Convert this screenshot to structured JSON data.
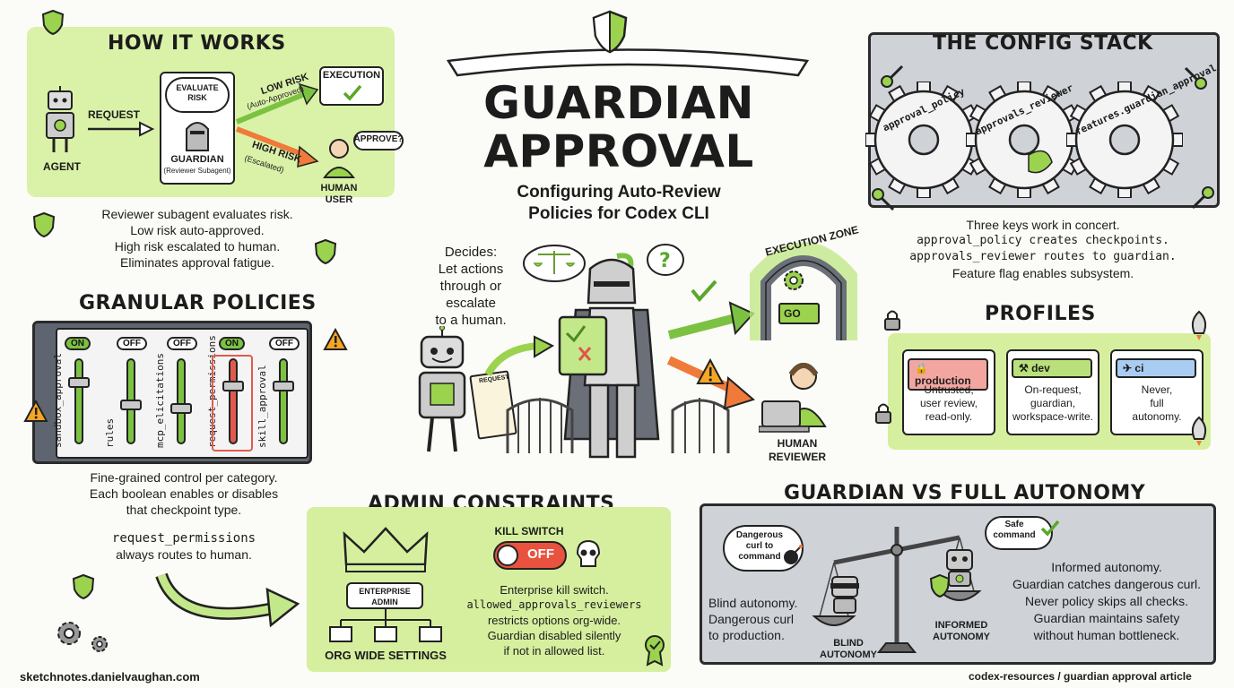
{
  "title": {
    "line1": "GUARDIAN",
    "line2": "APPROVAL",
    "subtitle1": "Configuring Auto-Review",
    "subtitle2": "Policies for Codex CLI"
  },
  "how_it_works": {
    "heading": "HOW IT WORKS",
    "agent": "AGENT",
    "request": "REQUEST",
    "evaluate": "EVALUATE RISK",
    "guardian": "GUARDIAN",
    "guardian_sub": "(Reviewer Subagent)",
    "low_risk": "LOW RISK",
    "low_risk_sub": "(Auto-Approved)",
    "high_risk": "HIGH RISK",
    "high_risk_sub": "(Escalated)",
    "execution": "EXECUTION",
    "approve": "APPROVE?",
    "human_user": "HUMAN USER",
    "desc": [
      "Reviewer subagent evaluates risk.",
      "Low risk auto-approved.",
      "High risk escalated to human.",
      "Eliminates approval fatigue."
    ]
  },
  "granular": {
    "heading": "GRANULAR POLICIES",
    "toggles": [
      {
        "state": "ON",
        "label": "sandbox_approval",
        "level": 0.25,
        "color": "#7cc242"
      },
      {
        "state": "OFF",
        "label": "rules",
        "level": 0.55,
        "color": "#7cc242"
      },
      {
        "state": "OFF",
        "label": "mcp_elicitations",
        "level": 0.6,
        "color": "#7cc242"
      },
      {
        "state": "ON",
        "label": "request_permissions",
        "level": 0.3,
        "color": "#e05b4d"
      },
      {
        "state": "OFF",
        "label": "skill_approval",
        "level": 0.3,
        "color": "#7cc242"
      }
    ],
    "desc": [
      "Fine-grained control per category.",
      "Each boolean enables or disables",
      "that checkpoint type."
    ],
    "note": [
      "request_permissions",
      "always routes to human."
    ]
  },
  "center": {
    "decides": [
      "Decides:",
      "Let actions",
      "through or",
      "escalate",
      "to a human."
    ],
    "request_scroll": "REQUEST",
    "execution_zone": "EXECUTION ZONE",
    "go": "GO",
    "human_reviewer": "HUMAN REVIEWER"
  },
  "config_stack": {
    "heading": "THE CONFIG STACK",
    "gears": [
      "approval_policy",
      "approvals_reviewer",
      "features.guardian_approval"
    ],
    "desc": [
      "Three keys work in concert.",
      "approval_policy creates checkpoints.",
      "approvals_reviewer routes to guardian.",
      "Feature flag enables subsystem."
    ]
  },
  "profiles": {
    "heading": "PROFILES",
    "items": [
      {
        "name": "production",
        "icon": "lock-icon",
        "color": "#f3a6a0",
        "desc": [
          "Untrusted,",
          "user review,",
          "read-only."
        ]
      },
      {
        "name": "dev",
        "icon": "wrench-icon",
        "color": "#b9e07a",
        "desc": [
          "On-request,",
          "guardian,",
          "workspace-write."
        ]
      },
      {
        "name": "ci",
        "icon": "rocket-icon",
        "color": "#a9cdf2",
        "desc": [
          "Never,",
          "full",
          "autonomy."
        ]
      }
    ]
  },
  "admin": {
    "heading": "ADMIN CONSTRAINTS",
    "enterprise": [
      "ENTERPRISE",
      "ADMIN"
    ],
    "org": "ORG WIDE SETTINGS",
    "kill_switch": "KILL SWITCH",
    "off": "OFF",
    "desc": [
      "Enterprise kill switch.",
      "allowed_approvals_reviewers",
      "restricts options org-wide.",
      "Guardian disabled silently",
      "if not in allowed list."
    ]
  },
  "vs": {
    "heading": "GUARDIAN VS FULL AUTONOMY",
    "dangerous": [
      "Dangerous",
      "curl to",
      "command"
    ],
    "safe": [
      "Safe",
      "command"
    ],
    "blind": [
      "Blind autonomy.",
      "Dangerous curl",
      "to production."
    ],
    "blind_label": [
      "BLIND",
      "AUTONOMY"
    ],
    "informed_label": [
      "INFORMED",
      "AUTONOMY"
    ],
    "informed": [
      "Informed autonomy.",
      "Guardian catches dangerous curl.",
      "Never policy skips all checks.",
      "Guardian maintains safety",
      "without human bottleneck."
    ]
  },
  "footer": {
    "left": "sketchnotes.danielvaughan.com",
    "right": "codex-resources / guardian approval article"
  }
}
